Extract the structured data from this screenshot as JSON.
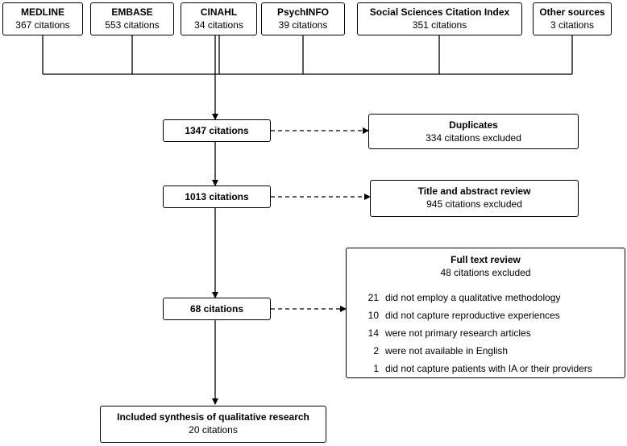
{
  "sources": [
    {
      "name": "MEDLINE",
      "count": "367 citations"
    },
    {
      "name": "EMBASE",
      "count": "553 citations"
    },
    {
      "name": "CINAHL",
      "count": "34 citations"
    },
    {
      "name": "PsychINFO",
      "count": "39 citations"
    },
    {
      "name": "Social Sciences Citation Index",
      "count": "351 citations"
    },
    {
      "name": "Other sources",
      "count": "3 citations"
    }
  ],
  "stages": [
    {
      "label": "1347 citations"
    },
    {
      "label": "1013 citations"
    },
    {
      "label": "68 citations"
    }
  ],
  "exclusions": [
    {
      "title": "Duplicates",
      "count": "334 citations excluded"
    },
    {
      "title": "Title and abstract review",
      "count": "945 citations excluded"
    },
    {
      "title": "Full text review",
      "count": "48 citations excluded",
      "reasons": [
        {
          "n": "21",
          "text": "did not employ a qualitative methodology"
        },
        {
          "n": "10",
          "text": "did not capture reproductive experiences"
        },
        {
          "n": "14",
          "text": "were not primary research articles"
        },
        {
          "n": "2",
          "text": "were not available in English"
        },
        {
          "n": "1",
          "text": "did not capture patients with IA or their providers"
        }
      ]
    }
  ],
  "final": {
    "title": "Included synthesis of qualitative research",
    "count": "20 citations"
  }
}
